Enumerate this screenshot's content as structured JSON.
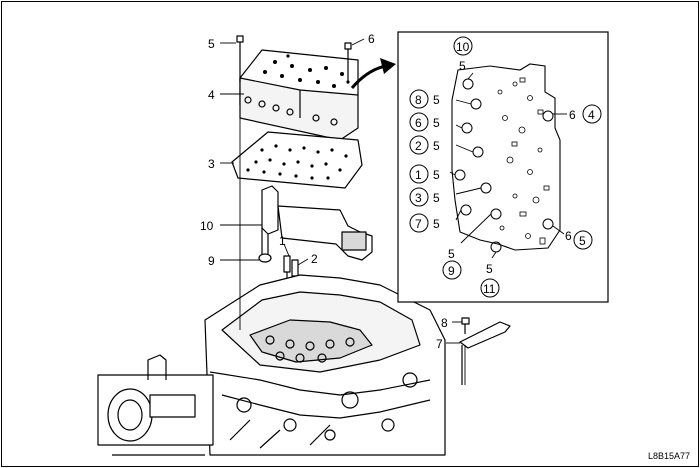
{
  "figure_code": "L8B15A77",
  "callouts": {
    "c5": "5",
    "c6": "6",
    "c4": "4",
    "c3": "3",
    "c10": "10",
    "c9": "9",
    "c1": "1",
    "c2": "2",
    "c8": "8",
    "c7": "7"
  },
  "detail_callouts": {
    "d10": "10",
    "d10_5": "5",
    "d8": "8",
    "d8_5": "5",
    "d6": "6",
    "d6_5": "5",
    "d2": "2",
    "d2_5": "5",
    "d1": "1",
    "d1_5": "5",
    "d3": "3",
    "d3_5": "5",
    "d7": "7",
    "d7_5": "5",
    "d4": "4",
    "d4_6": "6",
    "d5": "5",
    "d5_6": "6",
    "d9": "9",
    "d9_5": "5",
    "d11": "11",
    "d11_5": "5"
  },
  "colors": {
    "line": "#000000",
    "fill": "#ffffff",
    "shade": "#d9d9d9"
  }
}
